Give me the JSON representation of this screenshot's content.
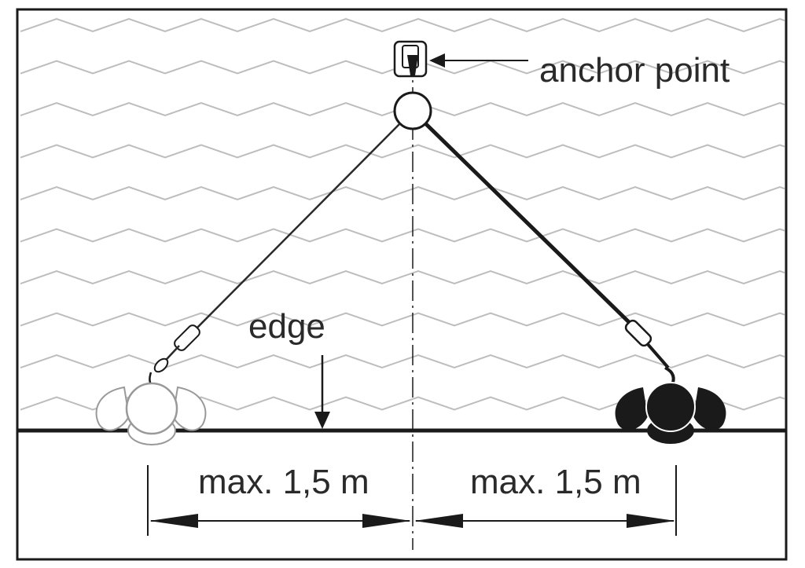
{
  "labels": {
    "anchor": "anchor point",
    "edge": "edge",
    "dim_left": "max. 1,5 m",
    "dim_right": "max. 1,5 m"
  },
  "colors": {
    "ink": "#1a1a1a",
    "zigzag": "#bdbdbd",
    "text": "#2a2a2a"
  }
}
